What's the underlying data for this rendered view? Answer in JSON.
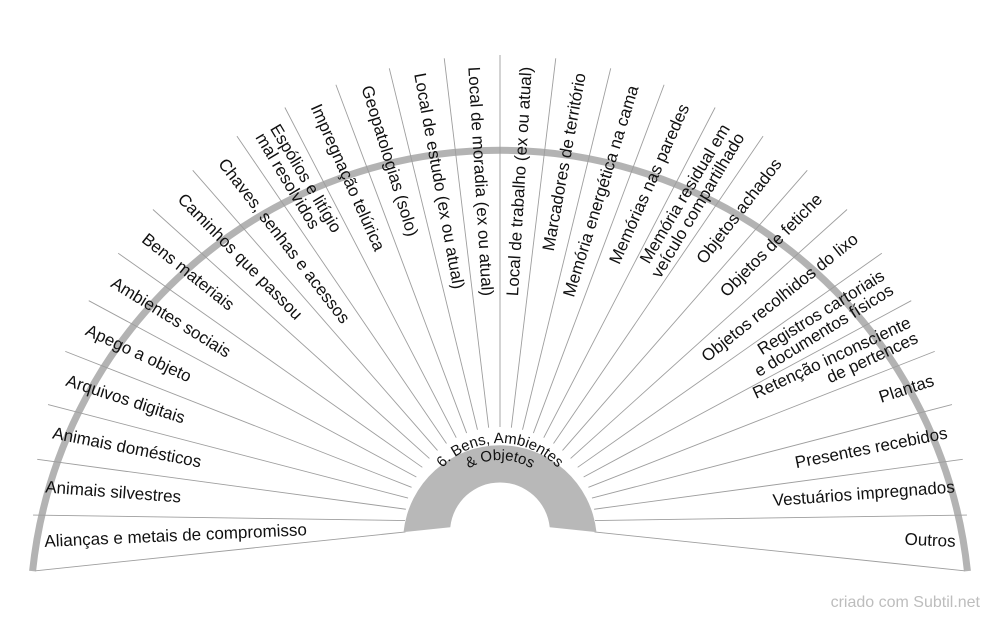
{
  "colors": {
    "rim": "#b3b3b3",
    "hub": "#b8b8b8",
    "spoke": "#9e9e9e",
    "text": "#111111",
    "credit": "#bdbdbd"
  },
  "hub_title": {
    "lines": [
      "6. Bens, Ambientes",
      "& Objetos"
    ]
  },
  "items": [
    [
      "Alianças e metais de compromisso"
    ],
    [
      "Animais silvestres"
    ],
    [
      "Animais domésticos"
    ],
    [
      "Arquivos digitais"
    ],
    [
      "Apego a objeto"
    ],
    [
      "Ambientes sociais"
    ],
    [
      "Bens materiais"
    ],
    [
      "Caminhos que passou"
    ],
    [
      "Chaves, senhas e acessos"
    ],
    [
      "Espólios e litígio",
      "mal resolvidos"
    ],
    [
      "Impregnação telúrica"
    ],
    [
      "Geopatologias (solo)"
    ],
    [
      "Local de estudo (ex ou atual)"
    ],
    [
      "Local de moradia (ex ou atual)"
    ],
    [
      "Local de trabalho (ex ou atual)"
    ],
    [
      "Marcadores de território"
    ],
    [
      "Memória energética na cama"
    ],
    [
      "Memórias nas paredes"
    ],
    [
      "Memória residual em",
      "veículo compartilhado"
    ],
    [
      "Objetos achados"
    ],
    [
      "Objetos de fetiche"
    ],
    [
      "Objetos recolhidos do lixo"
    ],
    [
      "Registros cartoriais",
      "e documentos físicos"
    ],
    [
      "Retenção inconsciente",
      "de pertences"
    ],
    [
      "Plantas"
    ],
    [
      "Presentes recebidos"
    ],
    [
      "Vestuários impregnados"
    ],
    [
      "Outros"
    ]
  ],
  "credit": "criado com Subtil.net"
}
